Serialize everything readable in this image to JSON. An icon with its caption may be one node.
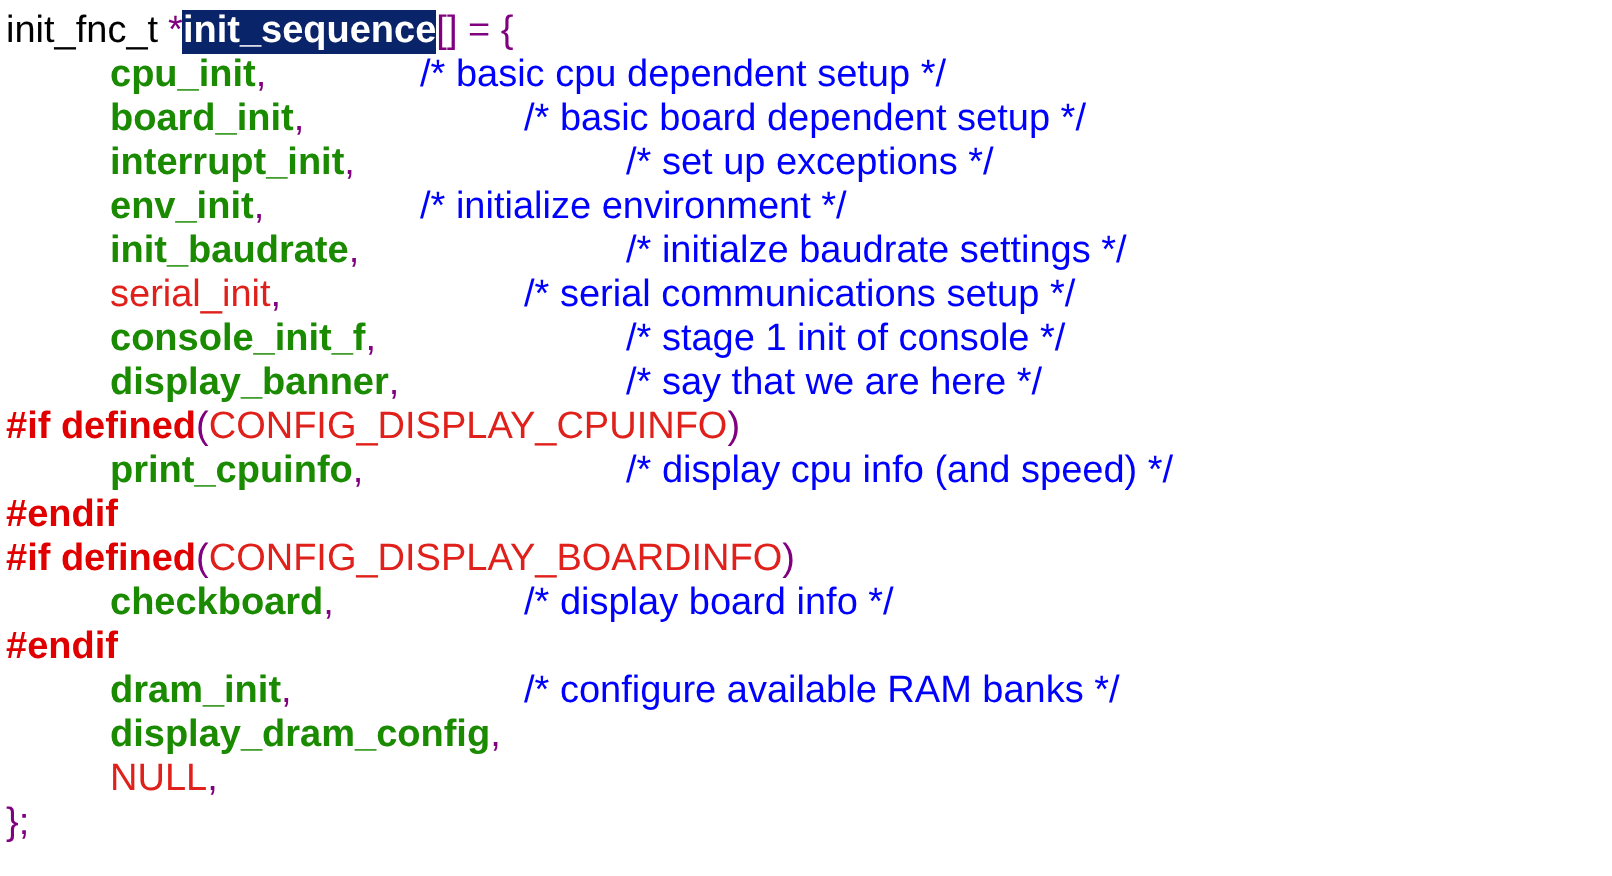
{
  "diagram": {
    "labels": [
      "init_fnc_t",
      "*",
      "init_sequence",
      "[] = {",
      "cpu_init",
      ",",
      "/* basic cpu dependent setup */",
      "board_init",
      ",",
      "/* basic board dependent setup */",
      "interrupt_init",
      ",",
      "/* set up exceptions */",
      "env_init",
      ",",
      "/* initialize environment */",
      "init_baudrate",
      ",",
      "/* initialze baudrate settings */",
      "serial_init",
      ",",
      "/* serial communications setup */",
      "console_init_f",
      ",",
      "/* stage 1 init of console */",
      "display_banner",
      ",",
      "/* say that we are here */",
      "#if defined",
      "(",
      "CONFIG_DISPLAY_CPUINFO",
      ")",
      "print_cpuinfo",
      ",",
      "/* display cpu info (and speed) */",
      "#endif",
      "#if defined",
      "(",
      "CONFIG_DISPLAY_BOARDINFO",
      ")",
      "checkboard",
      ",",
      "/* display board info */",
      "#endif",
      "dram_init",
      ",",
      "/* configure available RAM banks */",
      "display_dram_config",
      ",",
      "NULL",
      ",",
      "};"
    ]
  }
}
